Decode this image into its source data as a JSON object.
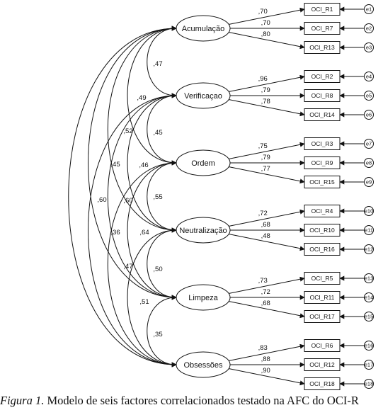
{
  "factors": [
    {
      "id": "acumulacao",
      "label": "Acumulação",
      "indicators": [
        {
          "label": "OCI_R1",
          "loading": ",70",
          "error": "e1"
        },
        {
          "label": "OCI_R7",
          "loading": ",70",
          "error": "e2"
        },
        {
          "label": "OCI_R13",
          "loading": ",80",
          "error": "e3"
        }
      ]
    },
    {
      "id": "verificacao",
      "label": "Verificaçao",
      "indicators": [
        {
          "label": "OCI_R2",
          "loading": ",96",
          "error": "e4"
        },
        {
          "label": "OCI_R8",
          "loading": ",79",
          "error": "e5"
        },
        {
          "label": "OCI_R14",
          "loading": ",78",
          "error": "e6"
        }
      ]
    },
    {
      "id": "ordem",
      "label": "Ordem",
      "indicators": [
        {
          "label": "OCI_R3",
          "loading": ",75",
          "error": "e7"
        },
        {
          "label": "OCI_R9",
          "loading": ",79",
          "error": "e8"
        },
        {
          "label": "OCI_R15",
          "loading": ",77",
          "error": "e9"
        }
      ]
    },
    {
      "id": "neutralizacao",
      "label": "Neutralização",
      "indicators": [
        {
          "label": "OCI_R4",
          "loading": ",72",
          "error": "e10"
        },
        {
          "label": "OCI_R10",
          "loading": ",68",
          "error": "e11"
        },
        {
          "label": "OCI_R16",
          "loading": ",48",
          "error": "e12"
        }
      ]
    },
    {
      "id": "limpeza",
      "label": "Limpeza",
      "indicators": [
        {
          "label": "OCI_R5",
          "loading": ",73",
          "error": "e13"
        },
        {
          "label": "OCI_R11",
          "loading": ",72",
          "error": "e14"
        },
        {
          "label": "OCI_R17",
          "loading": ",68",
          "error": "e15"
        }
      ]
    },
    {
      "id": "obsessoes",
      "label": "Obsessões",
      "indicators": [
        {
          "label": "OCI_R6",
          "loading": ",83",
          "error": "e16"
        },
        {
          "label": "OCI_R12",
          "loading": ",88",
          "error": "e17"
        },
        {
          "label": "OCI_R18",
          "loading": ",90",
          "error": "e18"
        }
      ]
    }
  ],
  "correlations": [
    {
      "from": 0,
      "to": 1,
      "value": ",47"
    },
    {
      "from": 0,
      "to": 2,
      "value": ",49"
    },
    {
      "from": 0,
      "to": 3,
      "value": ",52"
    },
    {
      "from": 0,
      "to": 4,
      "value": ",45"
    },
    {
      "from": 0,
      "to": 5,
      "value": ",60"
    },
    {
      "from": 1,
      "to": 2,
      "value": ",45"
    },
    {
      "from": 1,
      "to": 3,
      "value": ",46"
    },
    {
      "from": 1,
      "to": 4,
      "value": ",60"
    },
    {
      "from": 1,
      "to": 5,
      "value": ",36"
    },
    {
      "from": 2,
      "to": 3,
      "value": ",55"
    },
    {
      "from": 2,
      "to": 4,
      "value": ",64"
    },
    {
      "from": 2,
      "to": 5,
      "value": ",47"
    },
    {
      "from": 3,
      "to": 4,
      "value": ",50"
    },
    {
      "from": 3,
      "to": 5,
      "value": ",51"
    },
    {
      "from": 4,
      "to": 5,
      "value": ",35"
    }
  ],
  "caption": {
    "label": "Figura 1.",
    "text": " Modelo de seis factores correlacionados testado na AFC do OCI-R"
  }
}
